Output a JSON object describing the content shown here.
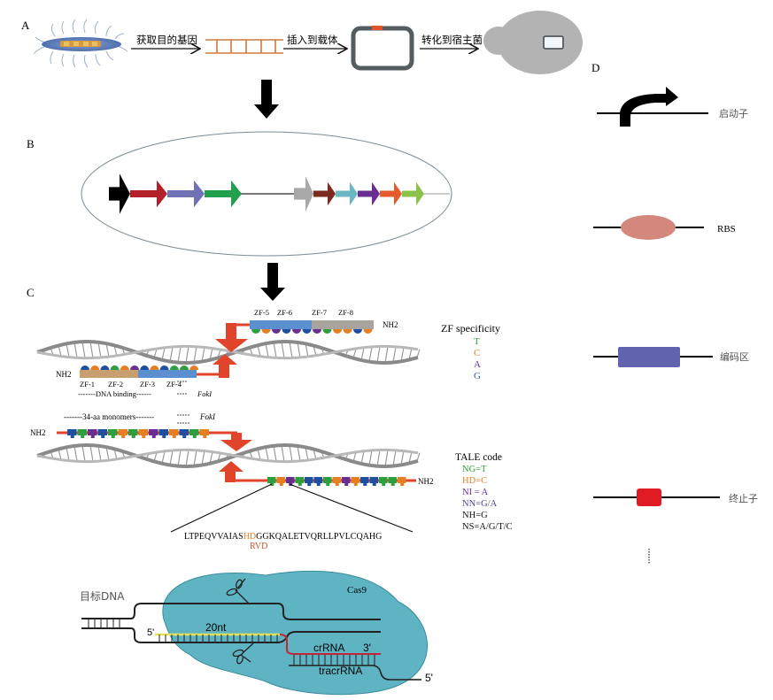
{
  "panels": {
    "A": {
      "label": "A",
      "steps": [
        "获取目的基因",
        "插入到载体",
        "转化到宿主菌"
      ]
    },
    "B": {
      "label": "B",
      "operon1_colors": [
        "#000000",
        "#b3202a",
        "#6f72b6",
        "#22a04e"
      ],
      "operon2_colors": [
        "#a8a8a8",
        "#7b2b1f",
        "#6bb8c2",
        "#6a2d91",
        "#e55b2b",
        "#8bc34a"
      ]
    },
    "C": {
      "label": "C",
      "zfn": {
        "top_labels": [
          "ZF-5",
          "ZF-6",
          "ZF-7",
          "ZF-8"
        ],
        "bottom_labels": [
          "ZF-1",
          "ZF-2",
          "ZF-3",
          "ZF-4"
        ],
        "nh2_top": "NH2",
        "nh2_bottom": "NH2",
        "dna_binding": "-------DNA binding------",
        "foki": "FokI",
        "specificity_title": "ZF specificity",
        "specificity": [
          {
            "base": "T",
            "color": "#2e9e3e"
          },
          {
            "base": "C",
            "color": "#e67e22"
          },
          {
            "base": "A",
            "color": "#6a2d91"
          },
          {
            "base": "G",
            "color": "#3a5f9e"
          }
        ],
        "top_finger_colors": [
          "#2e9e3e",
          "#e67e22",
          "#6a2d91",
          "#1f4fa0",
          "#6a2d91",
          "#1f4fa0",
          "#6a2d91",
          "#2e9e3e",
          "#e67e22",
          "#e67e22",
          "#1f4fa0",
          "#e67e22"
        ],
        "bottom_finger_colors": [
          "#1f4fa0",
          "#e67e22",
          "#1f4fa0",
          "#2e9e3e",
          "#e67e22",
          "#6a2d91",
          "#1f4fa0",
          "#e67e22",
          "#1f4fa0",
          "#2e9e3e",
          "#2e9e3e",
          "#e67e22"
        ]
      },
      "tale": {
        "monomers_label": "-------34-aa monomers-------",
        "foki": "FokI",
        "nh2_top": "NH2",
        "nh2_bottom": "NH2",
        "code_title": "TALE code",
        "code": [
          {
            "text": "NG=T",
            "color": "#2e9e3e"
          },
          {
            "text": "HD=C",
            "color": "#e67e22"
          },
          {
            "text": "NI = A",
            "color": "#6a2d91"
          },
          {
            "text": "NN=G/A",
            "color": "#4a4a8a"
          },
          {
            "text": "NH=G",
            "color": "#111111"
          },
          {
            "text": "NS=A/G/T/C",
            "color": "#111111"
          }
        ],
        "top_repeat_colors": [
          "#1f4fa0",
          "#2e9e3e",
          "#6a2d91",
          "#1f4fa0",
          "#2e9e3e",
          "#e67e22",
          "#2e9e3e",
          "#e67e22",
          "#6a2d91",
          "#1f4fa0",
          "#e67e22",
          "#1f4fa0",
          "#2e9e3e",
          "#e67e22"
        ],
        "bottom_repeat_colors": [
          "#2e9e3e",
          "#e67e22",
          "#6a2d91",
          "#2e9e3e",
          "#1f4fa0",
          "#1f4fa0",
          "#2e9e3e",
          "#e67e22",
          "#6a2d91",
          "#e67e22",
          "#1f4fa0",
          "#1f4fa0",
          "#2e9e3e",
          "#2e9e3e",
          "#e67e22"
        ],
        "sequence_pre": "LTPEQVVAIAS",
        "sequence_rvd": "HD",
        "sequence_post": "GGKQALETVQRLLPVLCQAHG",
        "rvd_label": "RVD"
      },
      "crispr": {
        "target_dna": "目标DNA",
        "cas9": "Cas9",
        "five_prime_left": "5'",
        "twenty_nt": "20nt",
        "crrna": "crRNA",
        "three_prime": "3'",
        "tracrrna": "tracrRNA",
        "five_prime_right": "5'"
      }
    },
    "D": {
      "label": "D",
      "parts": [
        {
          "name": "启动子"
        },
        {
          "name": "RBS"
        },
        {
          "name": "编码区"
        },
        {
          "name": "终止子"
        }
      ],
      "colors": {
        "rbs": "#d4877d",
        "cds": "#6063ae",
        "terminator": "#e01b24"
      }
    }
  }
}
